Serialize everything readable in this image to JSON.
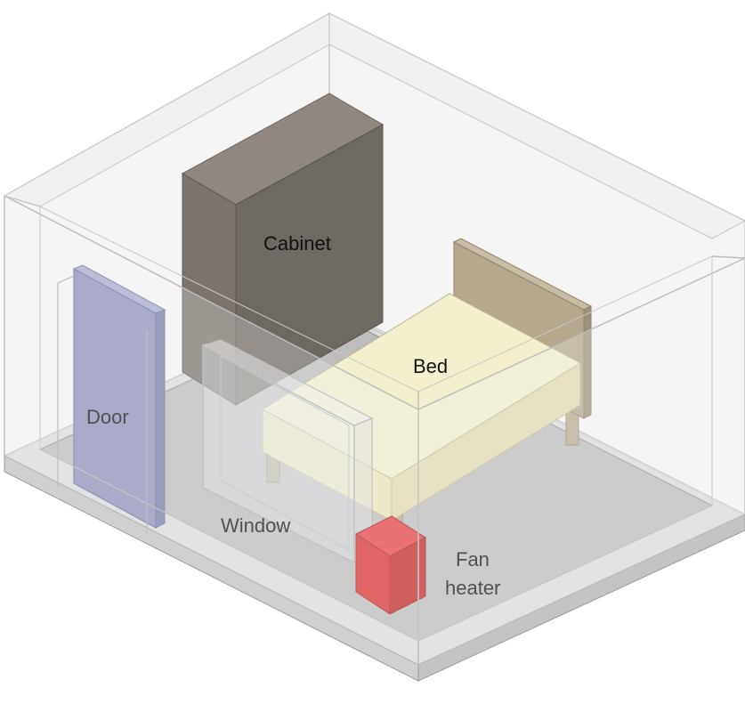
{
  "labels": {
    "cabinet": "Cabinet",
    "bed": "Bed",
    "door": "Door",
    "window": "Window",
    "fan_heater_line1": "Fan",
    "fan_heater_line2": "heater"
  },
  "colors": {
    "floor": "#bdbdbd",
    "cabinet": "#807870",
    "bed_mattress": "#f3efcf",
    "headboard": "#b5a88e",
    "door": "#8c8fb8",
    "fan_heater": "#d93030"
  }
}
